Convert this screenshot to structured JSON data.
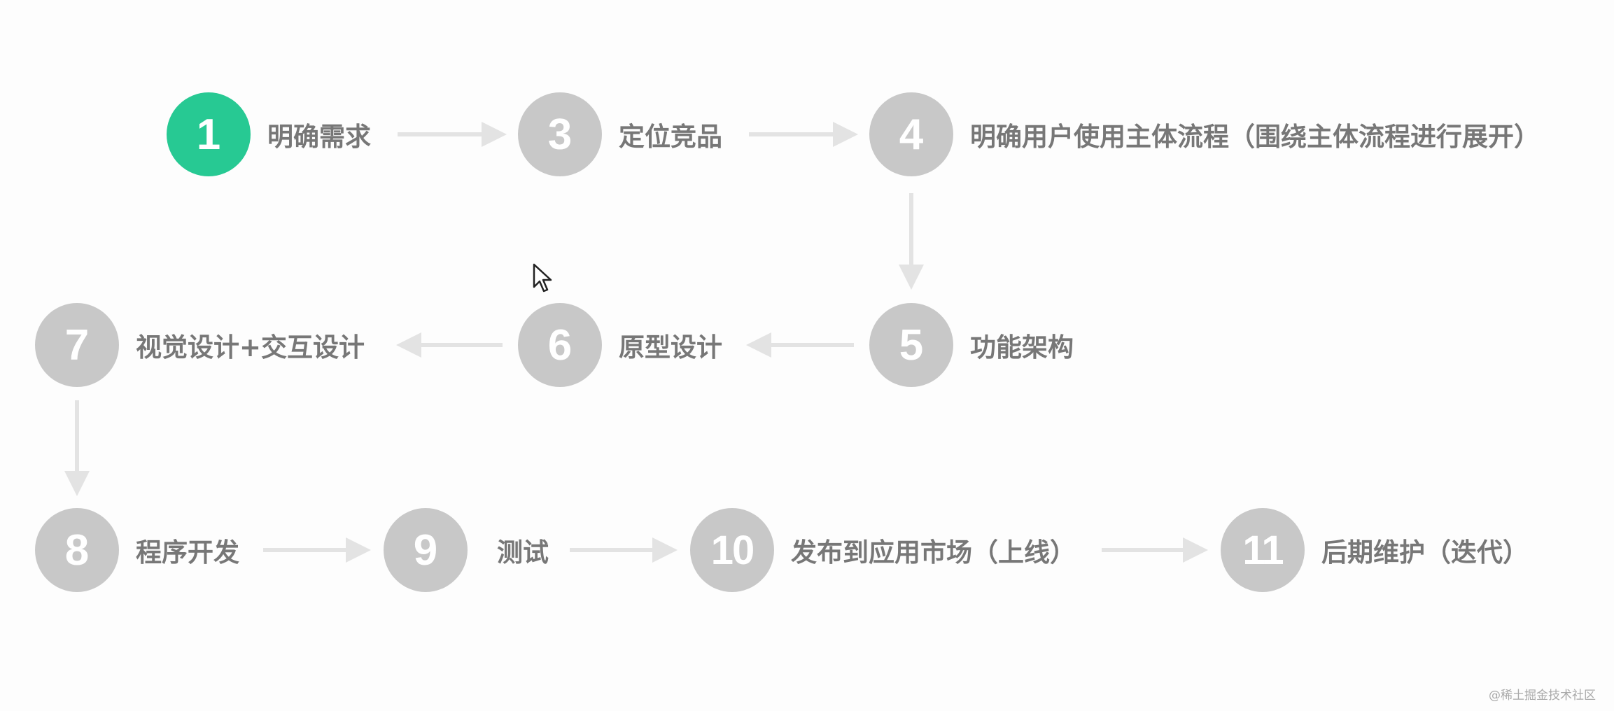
{
  "steps": [
    {
      "number": "1",
      "label": "明确需求",
      "active": true
    },
    {
      "number": "3",
      "label": "定位竞品",
      "active": false
    },
    {
      "number": "4",
      "label": "明确用户使用主体流程（围绕主体流程进行展开）",
      "active": false
    },
    {
      "number": "5",
      "label": "功能架构",
      "active": false
    },
    {
      "number": "6",
      "label": "原型设计",
      "active": false
    },
    {
      "number": "7",
      "label": "视觉设计+交互设计",
      "active": false
    },
    {
      "number": "8",
      "label": "程序开发",
      "active": false
    },
    {
      "number": "9",
      "label": "测试",
      "active": false
    },
    {
      "number": "10",
      "label": "发布到应用市场（上线）",
      "active": false
    },
    {
      "number": "11",
      "label": "后期维护（迭代）",
      "active": false
    }
  ],
  "flow": [
    [
      "1",
      "3"
    ],
    [
      "3",
      "4"
    ],
    [
      "4",
      "5"
    ],
    [
      "5",
      "6"
    ],
    [
      "6",
      "7"
    ],
    [
      "7",
      "8"
    ],
    [
      "8",
      "9"
    ],
    [
      "9",
      "10"
    ],
    [
      "10",
      "11"
    ]
  ],
  "colors": {
    "active": "#27c993",
    "inactive": "#c8c8c8",
    "arrow": "#e3e3e3",
    "label": "#777777"
  },
  "watermark": "@稀土掘金技术社区"
}
